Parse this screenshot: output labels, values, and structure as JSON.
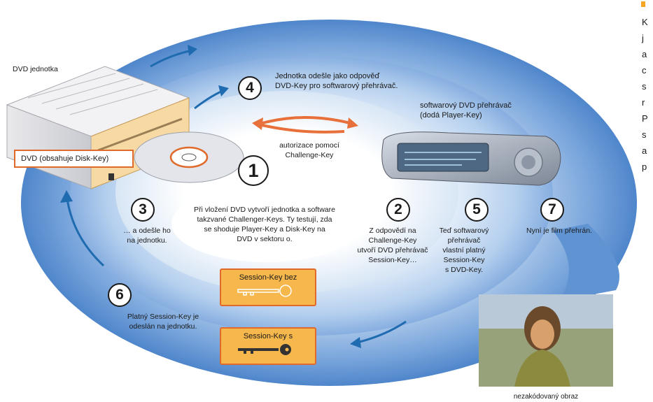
{
  "labels": {
    "dvd_drive": "DVD jednotka",
    "dvd_disk": "DVD (obsahuje Disk-Key)",
    "player": "softwarový DVD přehrávač\n(dodá Player-Key)",
    "auth": "autorizace pomocí\nChallenge-Key",
    "center": "Při vložení DVD vytvoří jednotka a software\ntakzvané Challenger-Keys. Ty testují, zda\nse shoduje Player-Key a Disk-Key na\nDVD v sektoru o.",
    "step2": "Z odpovědí na\nChallenge-Key\nutvoří DVD přehrávač\nSession-Key…",
    "step3": "… a odešle ho\nna jednotku.",
    "step4": "Jednotka odešle jako odpověď\nDVD-Key pro softwarový přehrávač.",
    "step5": "Teď softwarový\npřehrávač\nvlastní platný\nSession-Key\ns DVD-Key.",
    "step6": "Platný Session-Key je\nodeslán na jednotku.",
    "step7": "Nyní je film přehrán.",
    "key_without": "Session-Key bez",
    "key_with": "Session-Key s",
    "photo_caption": "nezakódovaný obraz"
  },
  "numbers": [
    "1",
    "2",
    "3",
    "4",
    "5",
    "6",
    "7"
  ],
  "side_text": [
    "K",
    "j",
    "a",
    "c",
    "s",
    "r",
    "P",
    "s",
    "a",
    "p"
  ],
  "colors": {
    "ring_outer": "#5b8fd0",
    "ring_mid": "#8fb6e4",
    "ring_inner": "#d4e4f4",
    "arrow_blue": "#1f6bb0",
    "arrow_orange": "#e8703a",
    "key_fill": "#f6b74c",
    "key_border": "#e06a2c"
  },
  "icons": [
    "dvd-drive-icon",
    "dvd-disc-icon",
    "software-player-icon",
    "key-outline-icon",
    "key-solid-icon",
    "photo-thumbnail"
  ]
}
